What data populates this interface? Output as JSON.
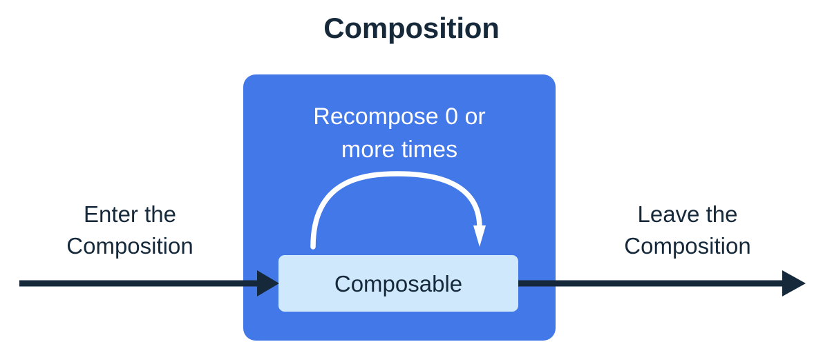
{
  "diagram": {
    "title": "Composition",
    "background_color": "#ffffff",
    "colors": {
      "title_text": "#16293A",
      "composition_box": "#4278E8",
      "composable_box": "#CFE8FC",
      "composable_text": "#16293A",
      "recompose_text": "#FFFFFF",
      "recompose_arrow": "#FFFFFF",
      "flow_arrow": "#16293A",
      "side_label_text": "#16293A"
    },
    "composition_box": {
      "name": "Composition",
      "recompose_caption": {
        "line1": "Recompose 0 or",
        "line2": "more times",
        "full_text": "Recompose 0 or more times"
      },
      "recompose_arrow": {
        "label": "recompose-loop-arrow",
        "direction": "clockwise-loop",
        "description": "Curved arrow looping from the left side of the Composable back down onto its right side"
      },
      "composable": {
        "label": "Composable"
      }
    },
    "enter_label": {
      "line1": "Enter the",
      "line2": "Composition",
      "full_text": "Enter the Composition"
    },
    "leave_label": {
      "line1": "Leave the",
      "line2": "Composition",
      "full_text": "Leave the Composition"
    },
    "enter_arrow": {
      "label": "enter-composition-arrow",
      "direction": "right"
    },
    "leave_arrow": {
      "label": "leave-composition-arrow",
      "direction": "right"
    }
  }
}
